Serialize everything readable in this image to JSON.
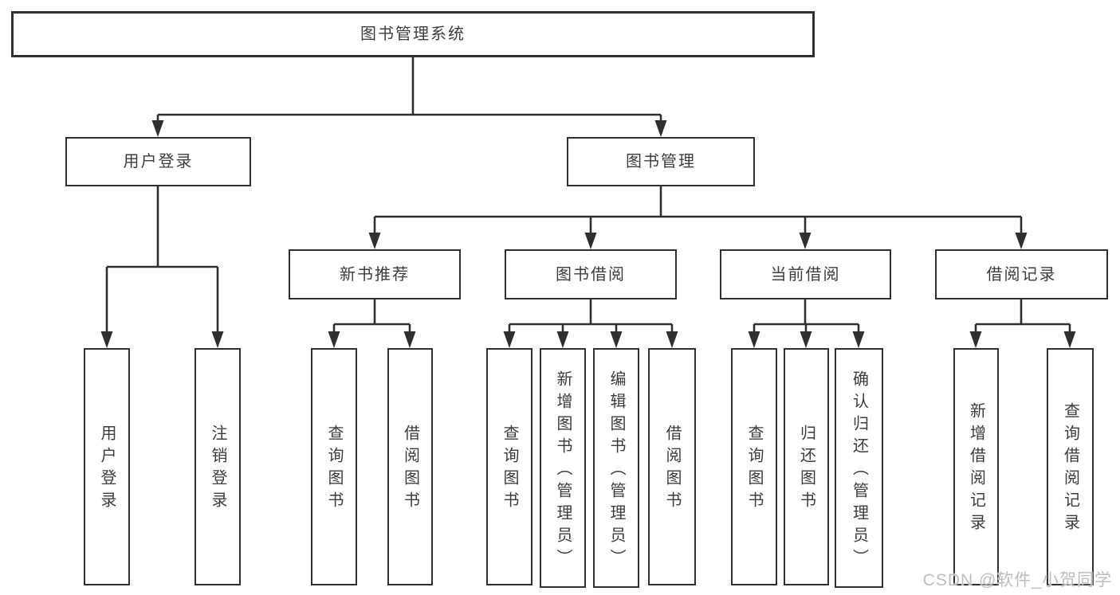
{
  "diagram": {
    "root": {
      "label": "图书管理系统"
    },
    "level1": [
      {
        "label": "用户登录"
      },
      {
        "label": "图书管理"
      }
    ],
    "level2": [
      {
        "label": "新书推荐"
      },
      {
        "label": "图书借阅"
      },
      {
        "label": "当前借阅"
      },
      {
        "label": "借阅记录"
      }
    ],
    "leaves": [
      {
        "label": "用户登录"
      },
      {
        "label": "注销登录"
      },
      {
        "label": "查询图书"
      },
      {
        "label": "借阅图书"
      },
      {
        "label": "查询图书"
      },
      {
        "label": "新增图书（管理员）"
      },
      {
        "label": "编辑图书（管理员）"
      },
      {
        "label": "借阅图书"
      },
      {
        "label": "查询图书"
      },
      {
        "label": "归还图书"
      },
      {
        "label": "确认归还（管理员）"
      },
      {
        "label": "新增借阅记录"
      },
      {
        "label": "查询借阅记录"
      }
    ]
  },
  "watermark": {
    "text": "CSDN @软件_小贺同学"
  },
  "colors": {
    "line": "#2f2f2f",
    "box_border": "#2f2f2f",
    "text": "#3c3c3c",
    "background": "#ffffff",
    "watermark": "#bdbdbd"
  }
}
